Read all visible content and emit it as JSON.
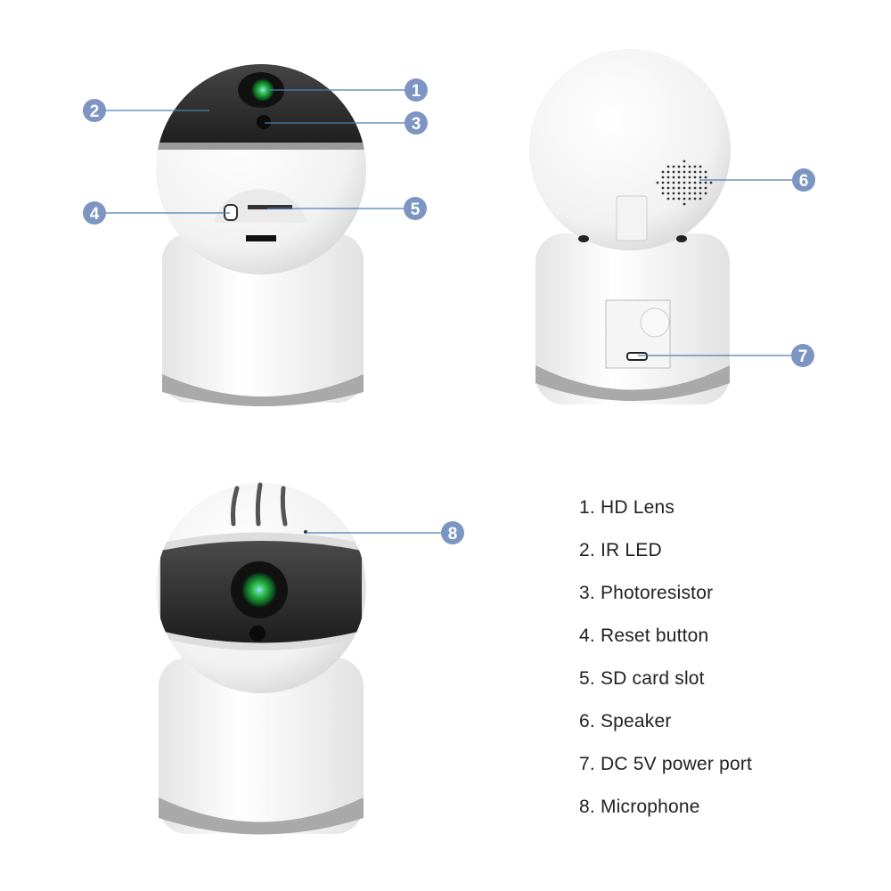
{
  "callouts": [
    "1",
    "2",
    "3",
    "4",
    "5",
    "6",
    "7",
    "8"
  ],
  "legend": [
    "1. HD Lens",
    "2. IR LED",
    "3. Photoresistor",
    "4. Reset button",
    "5. SD card slot",
    "6. Speaker",
    "7. DC 5V power port",
    "8. Microphone"
  ],
  "colors": {
    "callout_fill": "#7d95c2",
    "callout_line": "#4a7fb5",
    "lens": "#2fbf4a"
  }
}
